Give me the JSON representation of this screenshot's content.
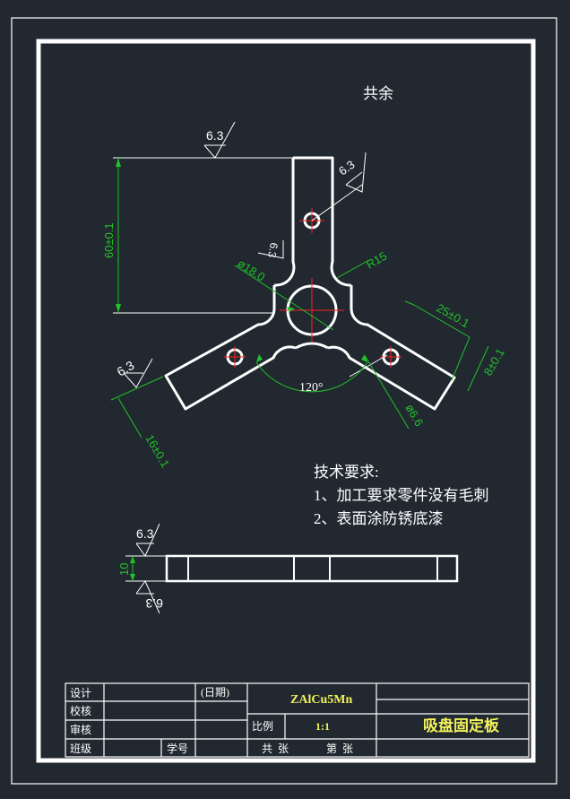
{
  "drawing": {
    "roughness_rest_label": "共余",
    "roughness_value": "6.3",
    "dimensions": {
      "height": "60±0.1",
      "hub_diameter": "ø18.0",
      "radius": "R15",
      "arm_length": "25±0.1",
      "arm_width_right": "8±0.1",
      "arm_width_left": "16±0.1",
      "angle": "120°",
      "hole_diameter": "ø6.6",
      "thickness": "10"
    },
    "tech_requirements": {
      "title": "技术要求:",
      "items": [
        "1、加工要求零件没有毛刺",
        "2、表面涂防锈底漆"
      ]
    }
  },
  "title_block": {
    "design": "设计",
    "check": "校核",
    "review": "审核",
    "class": "班级",
    "student_id": "学号",
    "date": "(日期)",
    "material": "ZAlCu5Mn",
    "scale_label": "比例",
    "scale_value": "1:1",
    "part_name": "吸盘固定板",
    "sheets_total": "共  张",
    "sheet_number": "第  张"
  },
  "colors": {
    "background": "#212830",
    "lines": "#ffffff",
    "dimensions": "#22c22a",
    "centerlines": "#ff2020",
    "title_accent": "#f2f25a"
  }
}
